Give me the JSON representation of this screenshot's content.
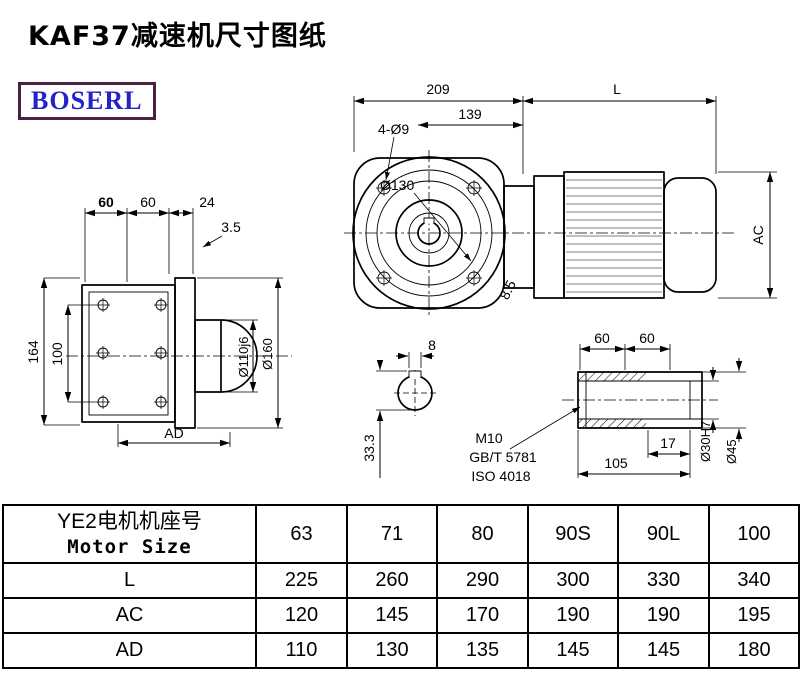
{
  "page": {
    "title": "KAF37减速机尺寸图纸",
    "logo": "BOSERL"
  },
  "colors": {
    "logo_text": "#2323c8",
    "logo_border": "#4a2145",
    "line": "#000000",
    "background": "#ffffff"
  },
  "front_view": {
    "dim_209": "209",
    "dim_139": "139",
    "dim_holes": "4-Ø9",
    "dim_dia130": "Ø130",
    "dim_L": "L",
    "dim_AC": "AC",
    "dim_8_5": "8.5"
  },
  "side_view": {
    "dim_60_first": "60",
    "dim_60_second": "60",
    "dim_24": "24",
    "dim_3_5": "3.5",
    "dim_164": "164",
    "dim_100": "100",
    "dim_AD": "AD",
    "dim_dia110": "Ø110j6",
    "dim_dia160": "Ø160"
  },
  "shaft_end_view": {
    "dim_8": "8",
    "dim_33_3": "33.3",
    "thread_label": "M10",
    "standard_gb": "GB/T 5781",
    "standard_iso": "ISO 4018"
  },
  "shaft_detail_view": {
    "dim_60_first": "60",
    "dim_60_second": "60",
    "dim_17": "17",
    "dim_105": "105",
    "dim_dia30": "Ø30H7",
    "dim_dia45": "Ø45"
  },
  "table": {
    "header": {
      "motor_size_cn": "YE2电机机座号",
      "motor_size_en": "Motor Size",
      "sizes": [
        "63",
        "71",
        "80",
        "90S",
        "90L",
        "100"
      ]
    },
    "rows": [
      {
        "label": "L",
        "values": [
          "225",
          "260",
          "290",
          "300",
          "330",
          "340"
        ]
      },
      {
        "label": "AC",
        "values": [
          "120",
          "145",
          "170",
          "190",
          "190",
          "195"
        ]
      },
      {
        "label": "AD",
        "values": [
          "110",
          "130",
          "135",
          "145",
          "145",
          "180"
        ]
      }
    ]
  }
}
